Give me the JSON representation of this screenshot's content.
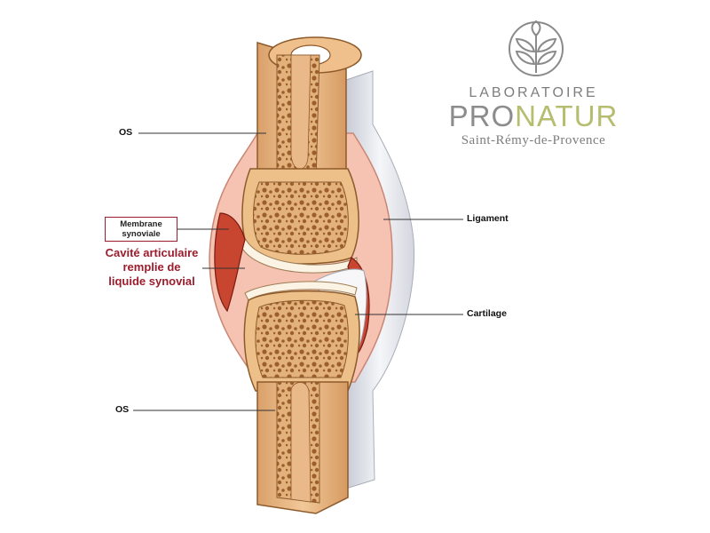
{
  "labels": {
    "os_top": "OS",
    "os_bottom": "OS",
    "membrane_line1": "Membrane",
    "membrane_line2": "synoviale",
    "cavity_line1": "Cavité articulaire",
    "cavity_line2": "remplie de",
    "cavity_line3": "liquide synovial",
    "ligament": "Ligament",
    "cartilage": "Cartilage"
  },
  "brand": {
    "laboratoire": "LABORATOIRE",
    "pro": "PRO",
    "natur": "NATUR",
    "location": "Saint-Rémy-de-Provence"
  },
  "colors": {
    "bone_outer": "#e9b98a",
    "bone_spongy": "#d6a06a",
    "cartilage": "#f3ead8",
    "synovial_fluid": "#c8452f",
    "membrane": "#f4b8a6",
    "ligament": "#e6e8ee",
    "accent_red": "#9b1c2c",
    "brand_green": "#b7bd6e",
    "brand_grey": "#8c8c8c"
  }
}
